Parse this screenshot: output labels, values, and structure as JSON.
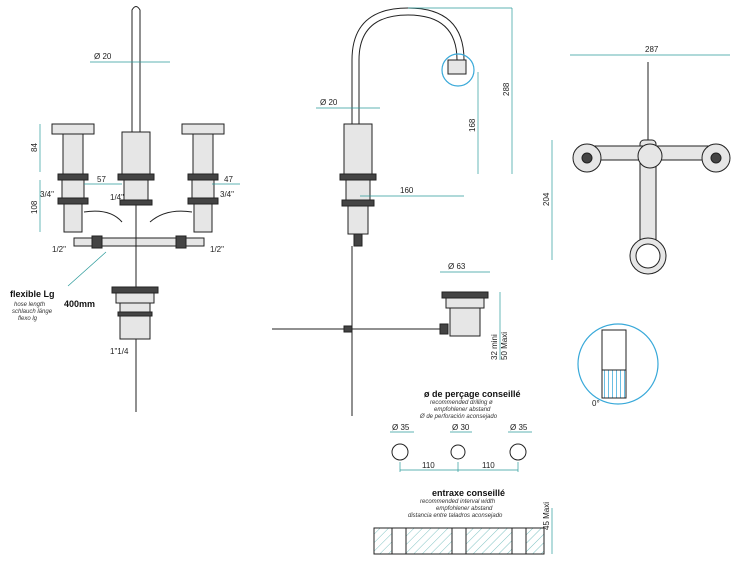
{
  "front": {
    "diam_spout": "Ø 20",
    "h_84": "84",
    "h_108": "108",
    "w_57": "57",
    "w_47": "47",
    "thread_34_left": "3/4\"",
    "thread_34_right": "3/4\"",
    "thread_14": "1/4\"",
    "thread_12_left": "1/2\"",
    "thread_12_right": "1/2\"",
    "hose_title": "flexible Lg",
    "hose_lines": [
      "hose length",
      "schlauch länge",
      "flexo lg"
    ],
    "hose_length": "400mm",
    "waste_thread": "1\"1/4"
  },
  "side": {
    "diam_20": "Ø 20",
    "h_288": "288",
    "h_168": "168",
    "reach_160": "160",
    "diam_63": "Ø 63",
    "min_32": "32 mini",
    "max_50": "50 Maxi"
  },
  "plan": {
    "width_287": "287",
    "height_204": "204",
    "angle": "0°"
  },
  "drilling": {
    "title": "ø de perçage conseillé",
    "lines": [
      "recommended drilling ø",
      "empfohlener abstand",
      "Ø de perforación aconsejado"
    ],
    "d1": "Ø 35",
    "d2": "Ø 30",
    "d3": "Ø 35",
    "gap1": "110",
    "gap2": "110"
  },
  "entraxe": {
    "title": "entraxe conseillé",
    "lines": [
      "recommended interval width",
      "empfohlener abstand",
      "distancia entre taladros aconsejado"
    ],
    "max_45": "45 Maxi"
  }
}
